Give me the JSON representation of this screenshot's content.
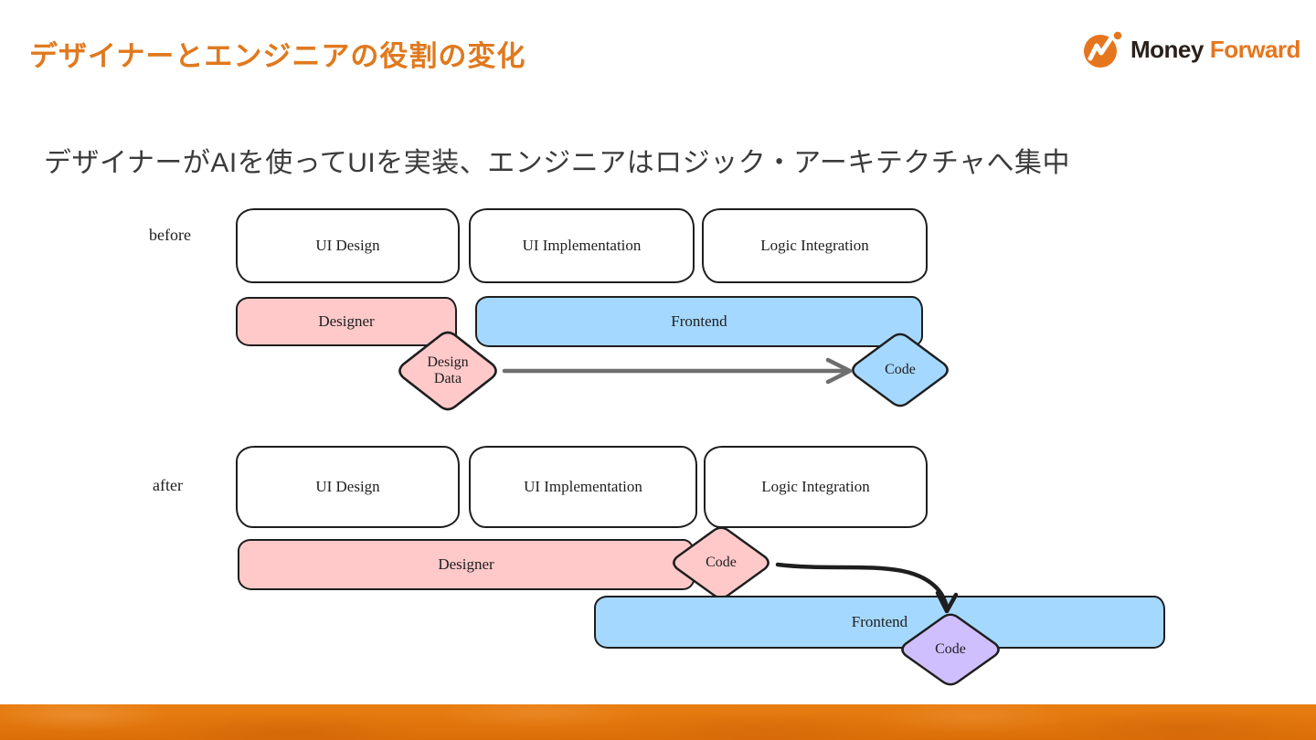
{
  "slide": {
    "title": "デザイナーとエンジニアの役割の変化",
    "subtitle": "デザイナーがAIを使ってUIを実装、エンジニアはロジック・アーキテクチャへ集中"
  },
  "logo": {
    "word1": "Money",
    "word2": "Forward",
    "mark": "money-forward-mark"
  },
  "diagram": {
    "before": {
      "label": "before",
      "stages": [
        "UI Design",
        "UI Implementation",
        "Logic Integration"
      ],
      "designer": "Designer",
      "frontend": "Frontend",
      "design_data": {
        "line1": "Design",
        "line2": "Data"
      },
      "code": "Code"
    },
    "after": {
      "label": "after",
      "stages": [
        "UI Design",
        "UI Implementation",
        "Logic Integration"
      ],
      "designer": "Designer",
      "code_from_designer": "Code",
      "frontend": "Frontend",
      "code_in_frontend": "Code"
    }
  },
  "colors": {
    "accent_orange": "#E0791E",
    "logo_orange": "#E5761E",
    "logo_text_dark": "#2A211C",
    "subtitle_gray": "#3B3B3B",
    "pink": "#FFC9C9",
    "blue": "#A5D8FF",
    "purple": "#D0BFFF",
    "stroke_dark": "#1E1E1E",
    "arrow_gray": "#6E6E6E",
    "footer_orange": "#E2750C"
  }
}
